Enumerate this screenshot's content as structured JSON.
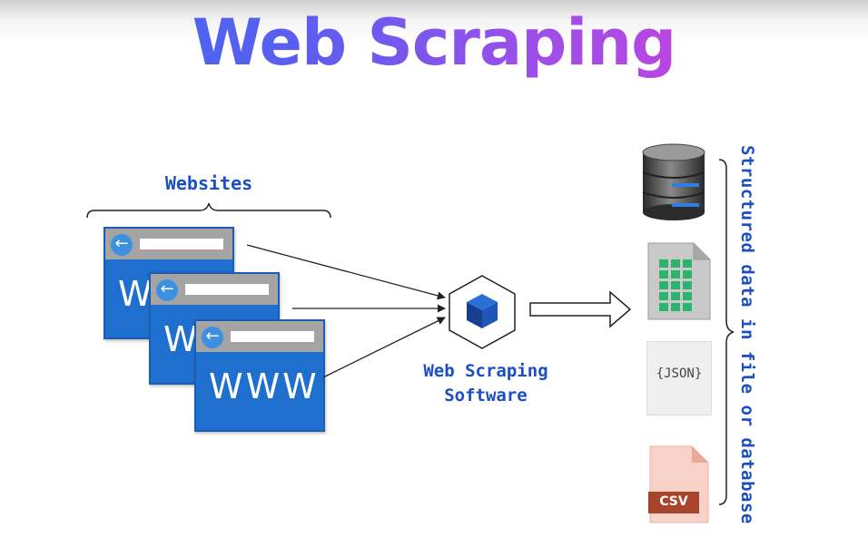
{
  "title": "Web Scraping",
  "websites_label": "Websites",
  "browser_text": "WWW",
  "software_label_line1": "Web Scraping",
  "software_label_line2": "Software",
  "json_label": "{JSON}",
  "csv_label": "CSV",
  "output_label": "Structured data in file or database",
  "icons": [
    "arrow-left-icon",
    "cube-icon",
    "database-icon",
    "spreadsheet-icon",
    "json-file-icon",
    "csv-file-icon"
  ],
  "colors": {
    "title_start": "#3a6cf0",
    "title_end": "#e03ad8",
    "label": "#1a4fc4",
    "browser": "#1f6fcf"
  }
}
